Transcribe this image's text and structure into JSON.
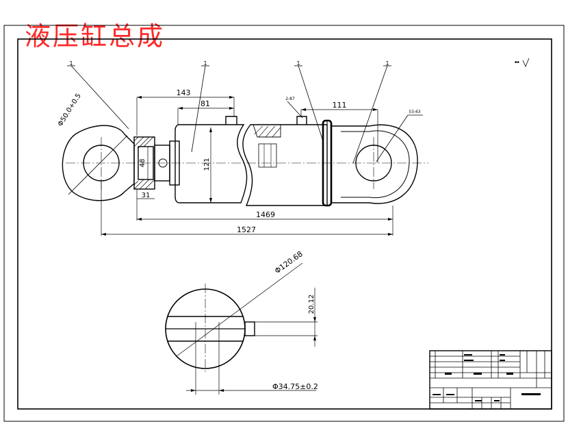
{
  "title": "液压缸总成",
  "colors": {
    "title": "#ff2a2a",
    "line": "#000000"
  },
  "balloons": [
    "1",
    "1",
    "1",
    "1"
  ],
  "dimensions": {
    "d143": "143",
    "d81": "81",
    "d111": "111",
    "d48": "48",
    "d31": "31",
    "d121": "121",
    "d1469": "1469",
    "d1527": "1527",
    "pin_hole": "Φ50.0+0.5",
    "port": "2-87",
    "radius": "53-63",
    "end_view_dia": "Φ120.68",
    "end_view_height": "20.12",
    "end_view_pin": "Φ34.75±0.2"
  }
}
